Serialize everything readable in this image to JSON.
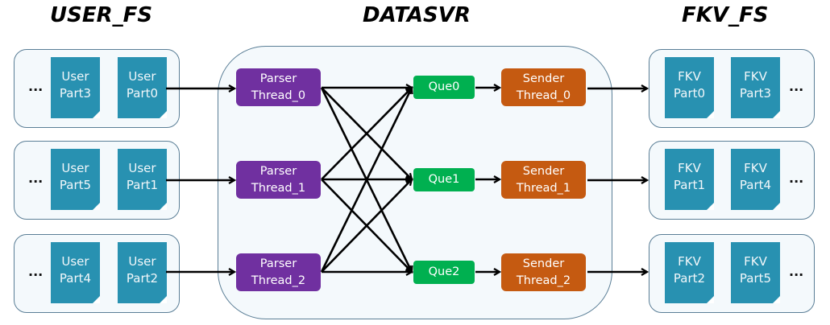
{
  "titles": {
    "user_fs": "USER_FS",
    "datasvr": "DATASVR",
    "fkv_fs": "FKV_FS"
  },
  "colors": {
    "document": "#2891b1",
    "parser": "#7030a0",
    "queue": "#00b050",
    "sender": "#c55a11",
    "group_border": "#5a7e96",
    "group_fill": "#f4f9fc"
  },
  "user_groups": [
    {
      "ellipsis": "...",
      "docs": [
        {
          "line1": "User",
          "line2": "Part3"
        },
        {
          "line1": "User",
          "line2": "Part0"
        }
      ]
    },
    {
      "ellipsis": "...",
      "docs": [
        {
          "line1": "User",
          "line2": "Part5"
        },
        {
          "line1": "User",
          "line2": "Part1"
        }
      ]
    },
    {
      "ellipsis": "...",
      "docs": [
        {
          "line1": "User",
          "line2": "Part4"
        },
        {
          "line1": "User",
          "line2": "Part2"
        }
      ]
    }
  ],
  "parsers": [
    {
      "line1": "Parser",
      "line2": "Thread_0"
    },
    {
      "line1": "Parser",
      "line2": "Thread_1"
    },
    {
      "line1": "Parser",
      "line2": "Thread_2"
    }
  ],
  "queues": [
    {
      "label": "Que0"
    },
    {
      "label": "Que1"
    },
    {
      "label": "Que2"
    }
  ],
  "senders": [
    {
      "line1": "Sender",
      "line2": "Thread_0"
    },
    {
      "line1": "Sender",
      "line2": "Thread_1"
    },
    {
      "line1": "Sender",
      "line2": "Thread_2"
    }
  ],
  "fkv_groups": [
    {
      "ellipsis": "...",
      "docs": [
        {
          "line1": "FKV",
          "line2": "Part0"
        },
        {
          "line1": "FKV",
          "line2": "Part3"
        }
      ]
    },
    {
      "ellipsis": "...",
      "docs": [
        {
          "line1": "FKV",
          "line2": "Part1"
        },
        {
          "line1": "FKV",
          "line2": "Part4"
        }
      ]
    },
    {
      "ellipsis": "...",
      "docs": [
        {
          "line1": "FKV",
          "line2": "Part2"
        },
        {
          "line1": "FKV",
          "line2": "Part5"
        }
      ]
    }
  ]
}
